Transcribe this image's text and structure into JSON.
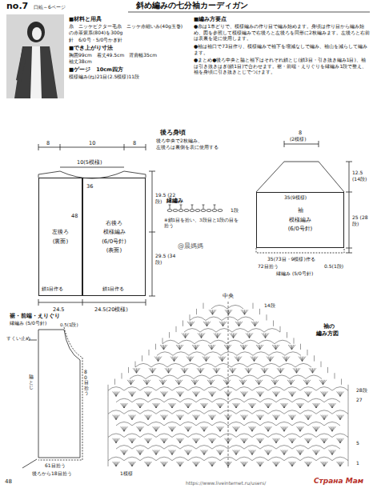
{
  "diagram": {
    "title": "斜め編みの七分袖カーディガン",
    "nodes": [
      {
        "text": [
          "左後ろ",
          "(裏面)"
        ]
      },
      {
        "text": [
          "右後ろ",
          "模様編み",
          "(6/0号針)",
          "(表面)"
        ]
      },
      {
        "text": [
          "袖",
          "模様編み",
          "(6/0号針)"
        ]
      }
    ],
    "labels": [
      "no.7",
      "口絵～6ページ",
      "■材料と用具",
      "糸　ニッケビクター毛糸　ニッケ赤細いみ(40g玉巻)の赤茶紫系(804)を300g",
      "針　6/0号・5/0号かぎ針",
      "■でき上がり寸法",
      "胸囲99cm　着丈49.5cm　背肩幅35cm",
      "袖丈38cm",
      "■ゲージ　10cm四方",
      "模様編み(ね)21目(2.5模様)11段",
      "■編み方要点",
      "●糸は1本どりで、模様編みの作り目で編み始めます。身頃は作り目から編み始め、図を参照して模様編みで右後ろと左後ろを同形に2枚編みます。左後ろと右前は表裏を逆に使用します。",
      "●袖は袖口で73目作り、模様編みで袖下を増減なしで編み、袖山を減らして編みます。",
      "●まとめ●後ろ中央と脇と袖下はそれぞれ鎖とじ(鎖3目・引き抜き編み1目)、袖は引き抜きはぎ(鎖1目)で合わせます。裾・前端・えりぐりを縁編み1段で整え、袖を身頃に引き抜きとじでつけます。",
      "後ろ身頃",
      "後ろ中央で2枚編み、",
      "左後ろは裏側を表に使用する",
      "8",
      "10",
      "8",
      "10(5模様)",
      "36",
      "48",
      "19.5 (22段)",
      "29.5 (34段)",
      "鎖1目作る",
      "鎖1目作る",
      "24.5",
      "24.5(20模様)",
      "縁編み",
      "1段",
      "※鎖1目を拾い、3段目と1段の目を拾う",
      "@晨媽媽",
      "8",
      "(2模様)",
      "12.5 (14段)",
      "35(9模様)",
      "25 (28段)",
      "35(73目・9模様)作る",
      "72目拾う",
      "0.5(1段)",
      "縁編み (5/0号針)",
      "裾・前端・えりぐり",
      "縁編み (5/0号針)",
      "すくい止め",
      "0.5(1段)",
      "脇とじ",
      "80目拾う",
      "61目拾う",
      "後ろから18目拾う",
      "中央",
      "14段",
      "袖の",
      "編み方図",
      "28段",
      "27",
      "5",
      "1",
      "1模様",
      "48",
      "https://www.liveinternet.ru/users/",
      "Страна Мам"
    ]
  }
}
